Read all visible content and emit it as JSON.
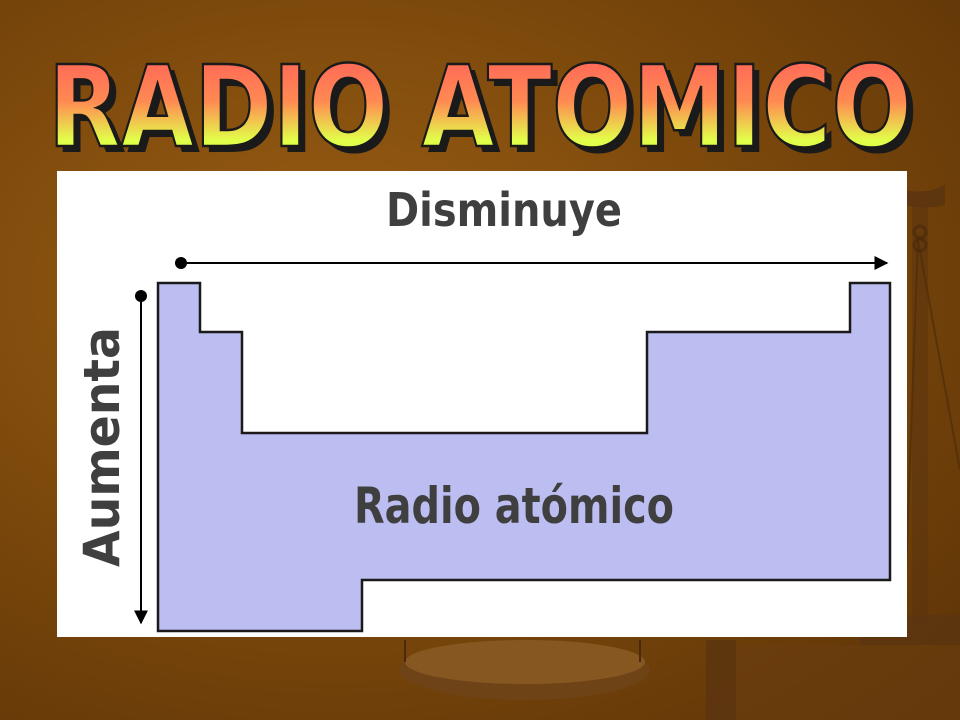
{
  "slide": {
    "title": "RADIO ATOMICO"
  },
  "diagram": {
    "top_label": "Disminuye",
    "side_label": "Aumenta",
    "center_label": "Radio atómico",
    "table_fill_color": "#bcbdf1",
    "arrow_color": "#000000",
    "label_color": "#3f3f3f"
  },
  "background": {
    "base_color": "#7e4a0c",
    "decor_color": "#5b3410"
  }
}
